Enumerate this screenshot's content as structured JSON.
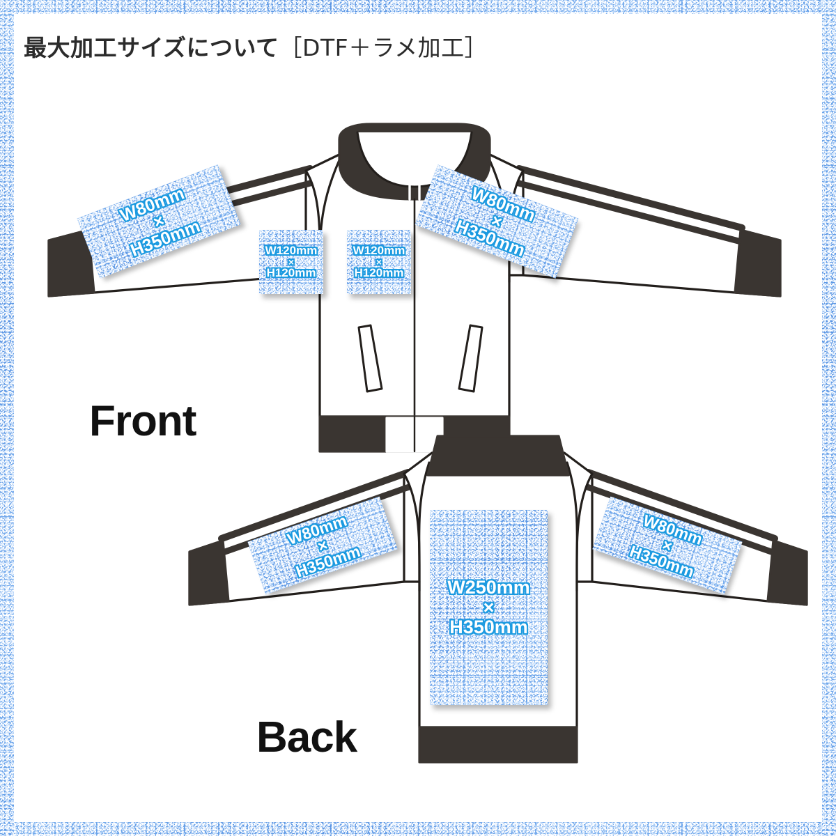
{
  "page": {
    "title": "最大加工サイズについて［DTF＋ラメ加工］",
    "title_main": "最大加工サイズについて",
    "title_bracket": "［DTF＋ラメ加工］"
  },
  "colors": {
    "frame_glitter_base": "#5f9ce8",
    "swatch_glitter_base": "#5f9ce8",
    "swatch_text": "#ffffff",
    "swatch_text_outline": "#1b9ae0",
    "garment_dark": "#3a3531",
    "garment_outline": "#231f1c",
    "garment_body": "#ffffff",
    "title_text": "#2b2b2b",
    "view_label_text": "#111111"
  },
  "views": [
    {
      "id": "front",
      "label": "Front"
    },
    {
      "id": "back",
      "label": "Back"
    }
  ],
  "print_areas": {
    "front_left_sleeve": {
      "width": "W80mm",
      "sep": "×",
      "height": "H350mm"
    },
    "front_right_sleeve": {
      "width": "W80mm",
      "sep": "×",
      "height": "H350mm"
    },
    "front_chest_left": {
      "width": "W120mm",
      "sep": "×",
      "height": "H120mm"
    },
    "front_chest_right": {
      "width": "W120mm",
      "sep": "×",
      "height": "H120mm"
    },
    "back_left_sleeve": {
      "width": "W80mm",
      "sep": "×",
      "height": "H350mm"
    },
    "back_right_sleeve": {
      "width": "W80mm",
      "sep": "×",
      "height": "H350mm"
    },
    "back_body": {
      "width": "W250mm",
      "sep": "×",
      "height": "H350mm"
    }
  }
}
